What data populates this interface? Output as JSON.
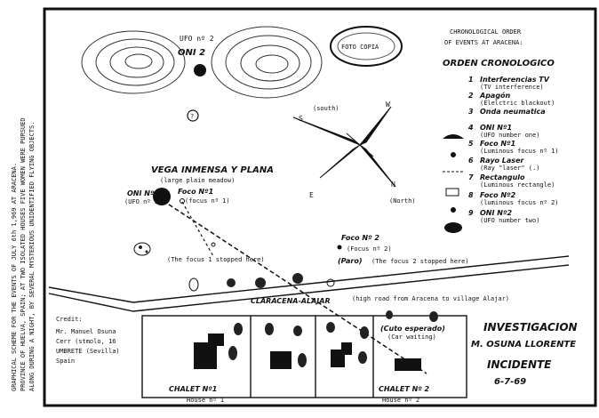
{
  "side_caption": [
    "GRAPHICAL SCHEME FOR THE EVENTS OF JULY 6th 1,969 AT ARACENA.",
    "PROVINCE OF HUELVA, SPAIN; AT TWO ISOLATED HOUSES FIVE WOMEN WERE PURSUED",
    "ALONG DURING A NIGHT, BY SEVERAL MYSTERIOUS UNIDENTIFIED FLYING OBJECTS."
  ],
  "chronology": {
    "title_en_1": "CHRONOLOGICAL ORDER",
    "title_en_2": "OF EVENTS AT ARACENA:",
    "title_es": "ORDEN CRONOLOGICO",
    "items": [
      {
        "num": "1",
        "es": "Interferencias TV",
        "en": "(TV interference)"
      },
      {
        "num": "2",
        "es": "Apagón",
        "en": "(Elelctric blackout)"
      },
      {
        "num": "3",
        "es": "Onda neumatica",
        "en": ""
      },
      {
        "num": "4",
        "es": "ONI Nº1",
        "en": "(UFO number one)"
      },
      {
        "num": "5",
        "es": "Foco Nº1",
        "en": "(Luminous focus nº 1)"
      },
      {
        "num": "6",
        "es": "Rayo Laser",
        "en": "(Ray \"laser\" (.)"
      },
      {
        "num": "7",
        "es": "Rectangulo",
        "en": "(Luminous rectangle)"
      },
      {
        "num": "8",
        "es": "Foco Nº2",
        "en": "(luminous focus nº 2)"
      },
      {
        "num": "9",
        "es": "ONI Nº2",
        "en": "(UFO number two)"
      }
    ]
  },
  "labels": {
    "ufo2_en": "UFO nº 2",
    "ufo2_es": "ONI 2",
    "question": "?",
    "vega": "VEGA INMENSA Y PLANA",
    "vega_en": "(large plain meadow)",
    "oni1": "ONI Nº1",
    "oni1_en": "(UFO nº 1)",
    "foco1": "Foco Nº1",
    "foco1_en": "(focus nº 1)",
    "foco2": "Foco Nº 2",
    "foco2_en": "(Focus nº 2)",
    "paro": "(Paro)",
    "foco2_stop": "(The focus 2 stopped here)",
    "foco1_stop": "(The focus 1 stopped here)",
    "road": "CLARACENA-ALAJAR",
    "road_en": "(high road from Aracena to village Alajar)",
    "coche": "(Cuto esperado)",
    "coche_en": "(Car waiting)",
    "chalet1": "CHALET Nº1",
    "chalet2": "CHALET Nº 2",
    "house1": "House nº 1",
    "house2": "House nº 2"
  },
  "compass": {
    "n": "N",
    "s": "S",
    "e": "E",
    "w": "W",
    "south": "(south)",
    "north": "(North)"
  },
  "credit": {
    "title": "Credit:",
    "lines": [
      "Mr. Manuel Osuna",
      "Cerr (stmolo, 16",
      "UMBRETE (Sevilla)",
      "Spain"
    ]
  },
  "investigation": {
    "line1": "INVESTIGACION",
    "line2": "M. OSUNA LLORENTE",
    "line3": "INCIDENTE",
    "line4": "6-7-69"
  },
  "stamp": {
    "text": "FOTO COPIA"
  }
}
